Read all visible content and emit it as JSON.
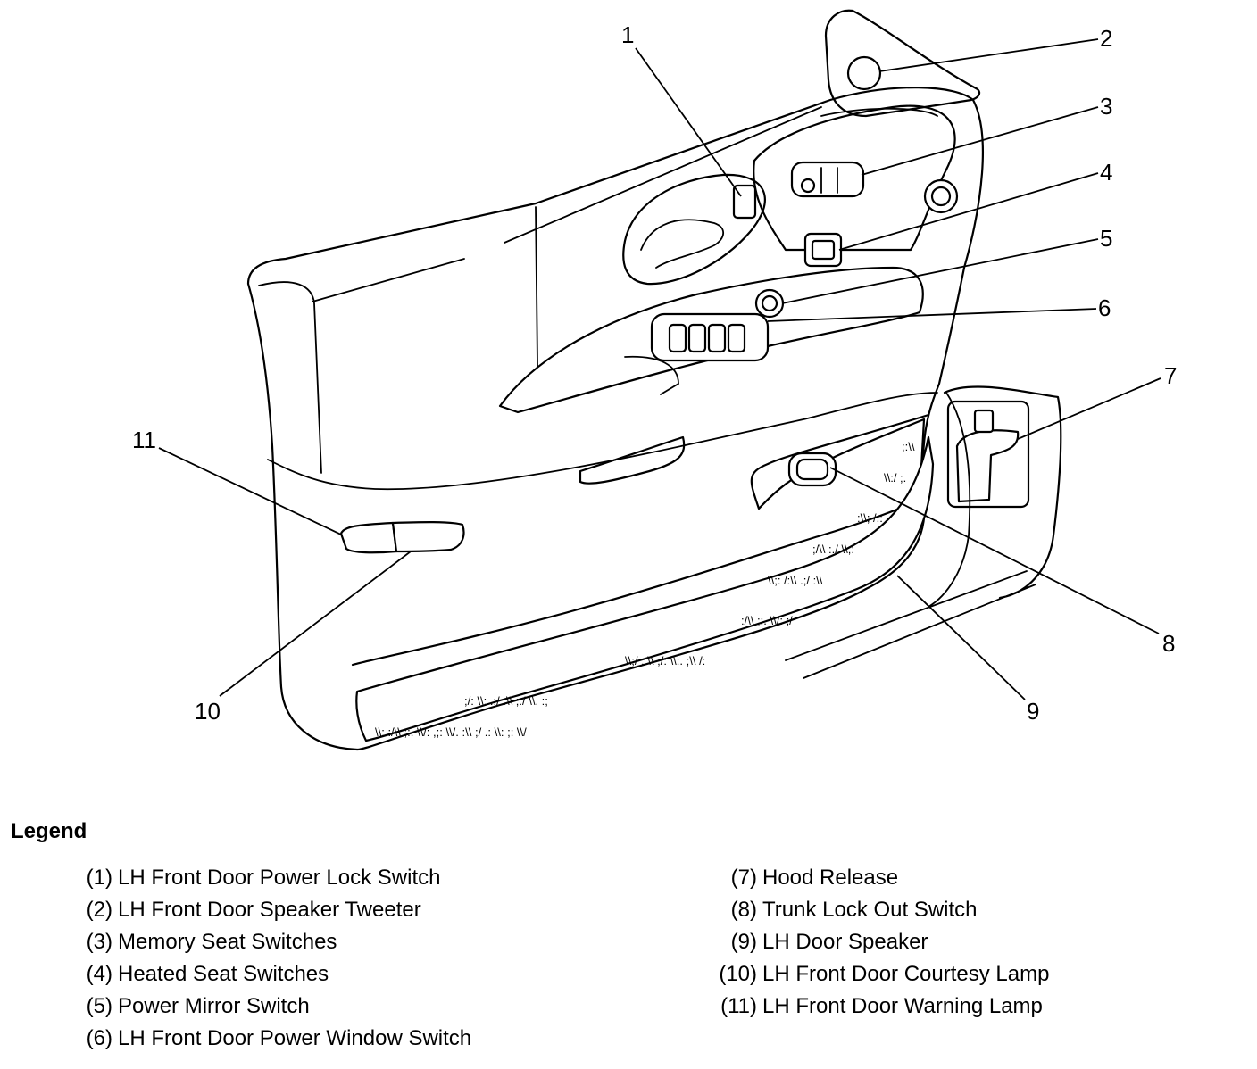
{
  "callouts": [
    {
      "id": "1"
    },
    {
      "id": "2"
    },
    {
      "id": "3"
    },
    {
      "id": "4"
    },
    {
      "id": "5"
    },
    {
      "id": "6"
    },
    {
      "id": "7"
    },
    {
      "id": "8"
    },
    {
      "id": "9"
    },
    {
      "id": "10"
    },
    {
      "id": "11"
    }
  ],
  "legend": {
    "title": "Legend",
    "items": [
      {
        "num": "(1)",
        "text": "LH Front Door Power Lock Switch"
      },
      {
        "num": "(2)",
        "text": "LH Front Door Speaker Tweeter"
      },
      {
        "num": "(3)",
        "text": "Memory Seat Switches"
      },
      {
        "num": "(4)",
        "text": "Heated Seat Switches"
      },
      {
        "num": "(5)",
        "text": "Power Mirror Switch"
      },
      {
        "num": "(6)",
        "text": "LH Front Door Power Window Switch"
      },
      {
        "num": "(7)",
        "text": "Hood Release"
      },
      {
        "num": "(8)",
        "text": "Trunk Lock Out Switch"
      },
      {
        "num": "(9)",
        "text": "LH Door Speaker"
      },
      {
        "num": "(10)",
        "text": "LH Front Door Courtesy Lamp"
      },
      {
        "num": "(11)",
        "text": "LH Front Door Warning Lamp"
      }
    ]
  }
}
